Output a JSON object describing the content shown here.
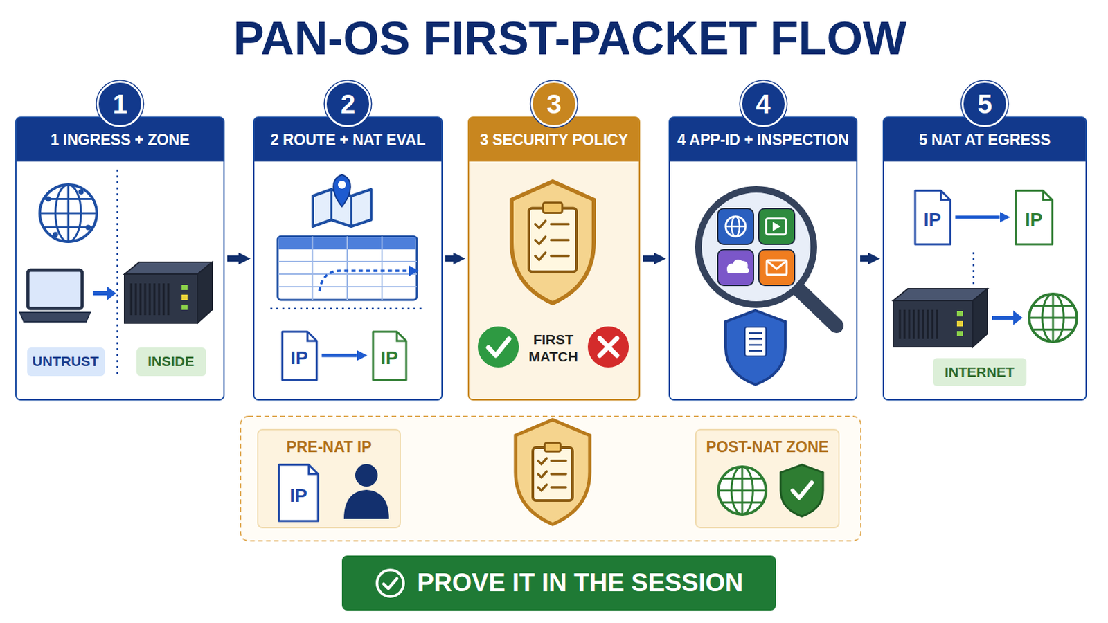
{
  "diagram": {
    "title": "PAN-OS FIRST-PACKET FLOW",
    "nodes": [
      {
        "text": [
          "1",
          "1 INGRESS + ZONE"
        ]
      },
      {
        "text": [
          "UNTRUST"
        ],
        "in": 0
      },
      {
        "text": [
          "INSIDE"
        ],
        "in": 0
      },
      {
        "text": [
          "2",
          "2 ROUTE + NAT EVAL"
        ]
      },
      {
        "text": [
          "IP"
        ],
        "in": 3
      },
      {
        "text": [
          "IP"
        ],
        "in": 3
      },
      {
        "text": [
          "3",
          "3 SECURITY POLICY"
        ]
      },
      {
        "text": [
          "4",
          "4 APP-ID + INSPECTION"
        ]
      },
      {
        "text": [
          "5",
          "5 NAT AT EGRESS"
        ]
      },
      {
        "text": [
          "IP"
        ],
        "in": 8
      },
      {
        "text": [
          "IP"
        ],
        "in": 8
      },
      {
        "text": [
          "INTERNET"
        ],
        "in": 8
      },
      {
        "text": [
          "PRE-NAT IP"
        ]
      },
      {
        "text": [
          "IP"
        ],
        "in": 12
      },
      {
        "text": [
          "POST-NAT ZONE"
        ]
      },
      {
        "text": [
          "PROVE IT IN THE SESSION"
        ]
      }
    ],
    "edges": [
      {
        "from": 0,
        "to": 3,
        "arrow": "to"
      },
      {
        "from": 3,
        "to": 6,
        "arrow": "to"
      },
      {
        "from": 6,
        "to": 7,
        "arrow": "to"
      },
      {
        "from": 7,
        "to": 8,
        "arrow": "to"
      },
      {
        "from": 4,
        "to": 5,
        "arrow": "to"
      },
      {
        "from": 9,
        "to": 10,
        "arrow": "to"
      },
      {
        "from": 12,
        "to": 14,
        "arrow": "to"
      }
    ],
    "labels": [
      "FIRST MATCH"
    ]
  }
}
